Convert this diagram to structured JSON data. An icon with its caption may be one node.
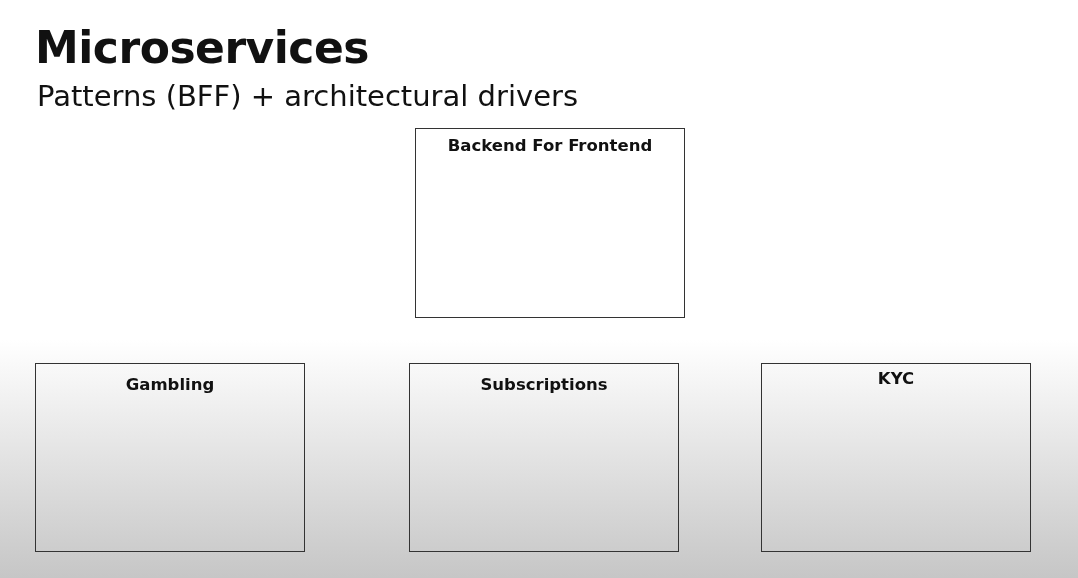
{
  "diagram": {
    "title": "Microservices",
    "nodes": [
      {
        "text": [
          "Backend For Frontend"
        ]
      },
      {
        "text": [
          "Gambling"
        ]
      },
      {
        "text": [
          "Subscriptions"
        ]
      },
      {
        "text": [
          "KYC"
        ]
      }
    ],
    "labels": [
      "Patterns (BFF) + architectural drivers"
    ]
  }
}
